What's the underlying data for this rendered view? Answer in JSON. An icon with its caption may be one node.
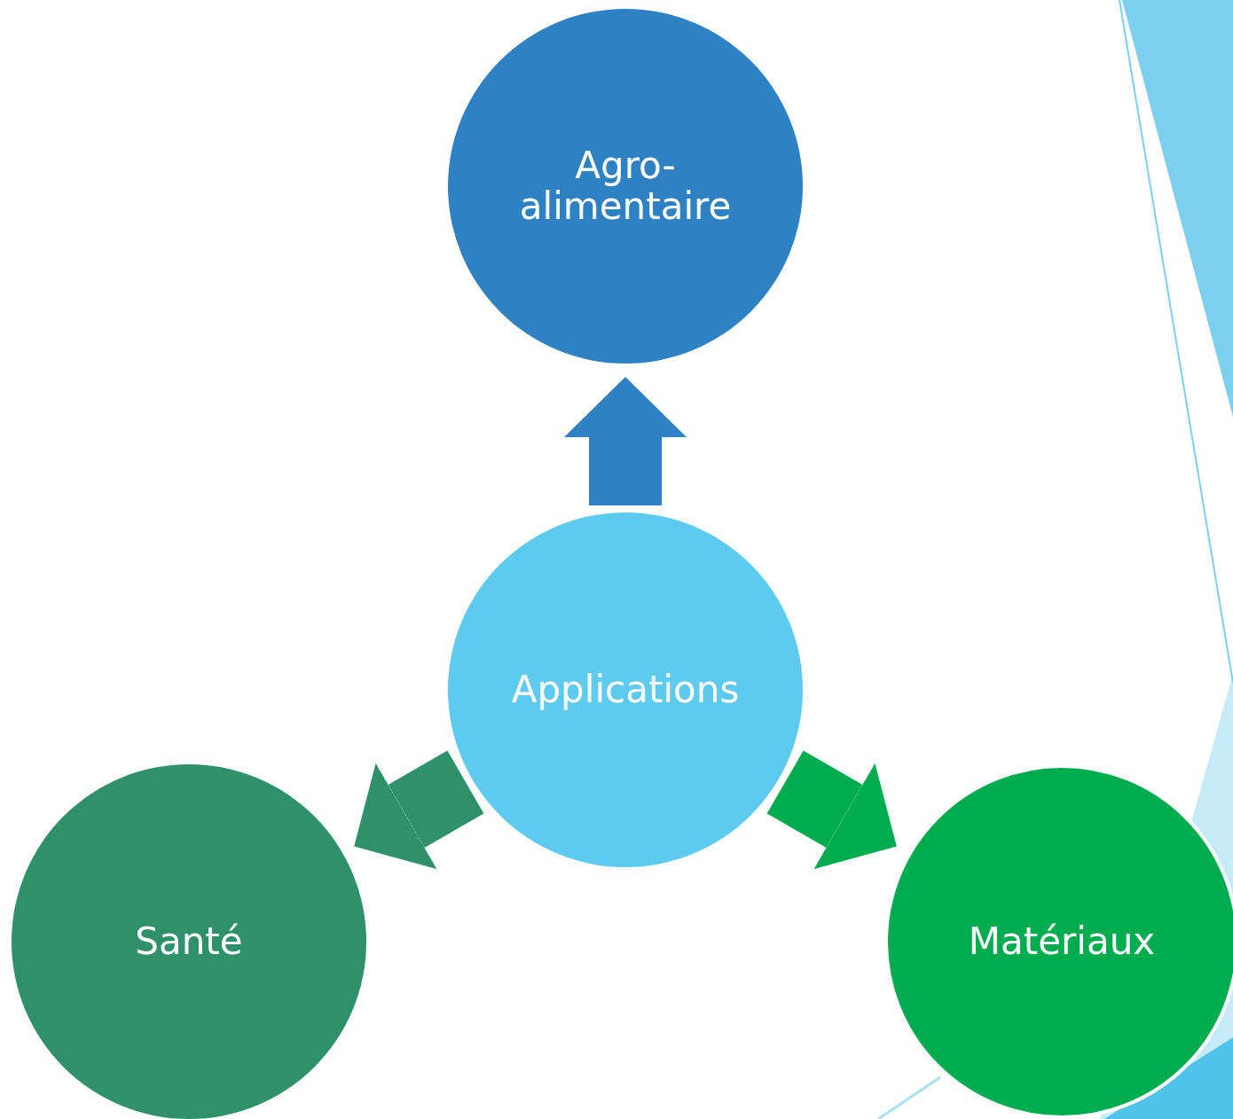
{
  "diagram": {
    "nodes": [
      {
        "text": [
          "Applications"
        ]
      },
      {
        "text": [
          "Agro- alimentaire"
        ]
      },
      {
        "text": [
          "Santé"
        ]
      },
      {
        "text": [
          "Matériaux"
        ]
      }
    ],
    "edges": [
      {
        "from": 0,
        "to": 1,
        "arrow": "to",
        "color": "#2e82c4"
      },
      {
        "from": 0,
        "to": 2,
        "arrow": "to",
        "color": "#2e9169"
      },
      {
        "from": 0,
        "to": 3,
        "arrow": "to",
        "color": "#00ad4e"
      }
    ]
  }
}
